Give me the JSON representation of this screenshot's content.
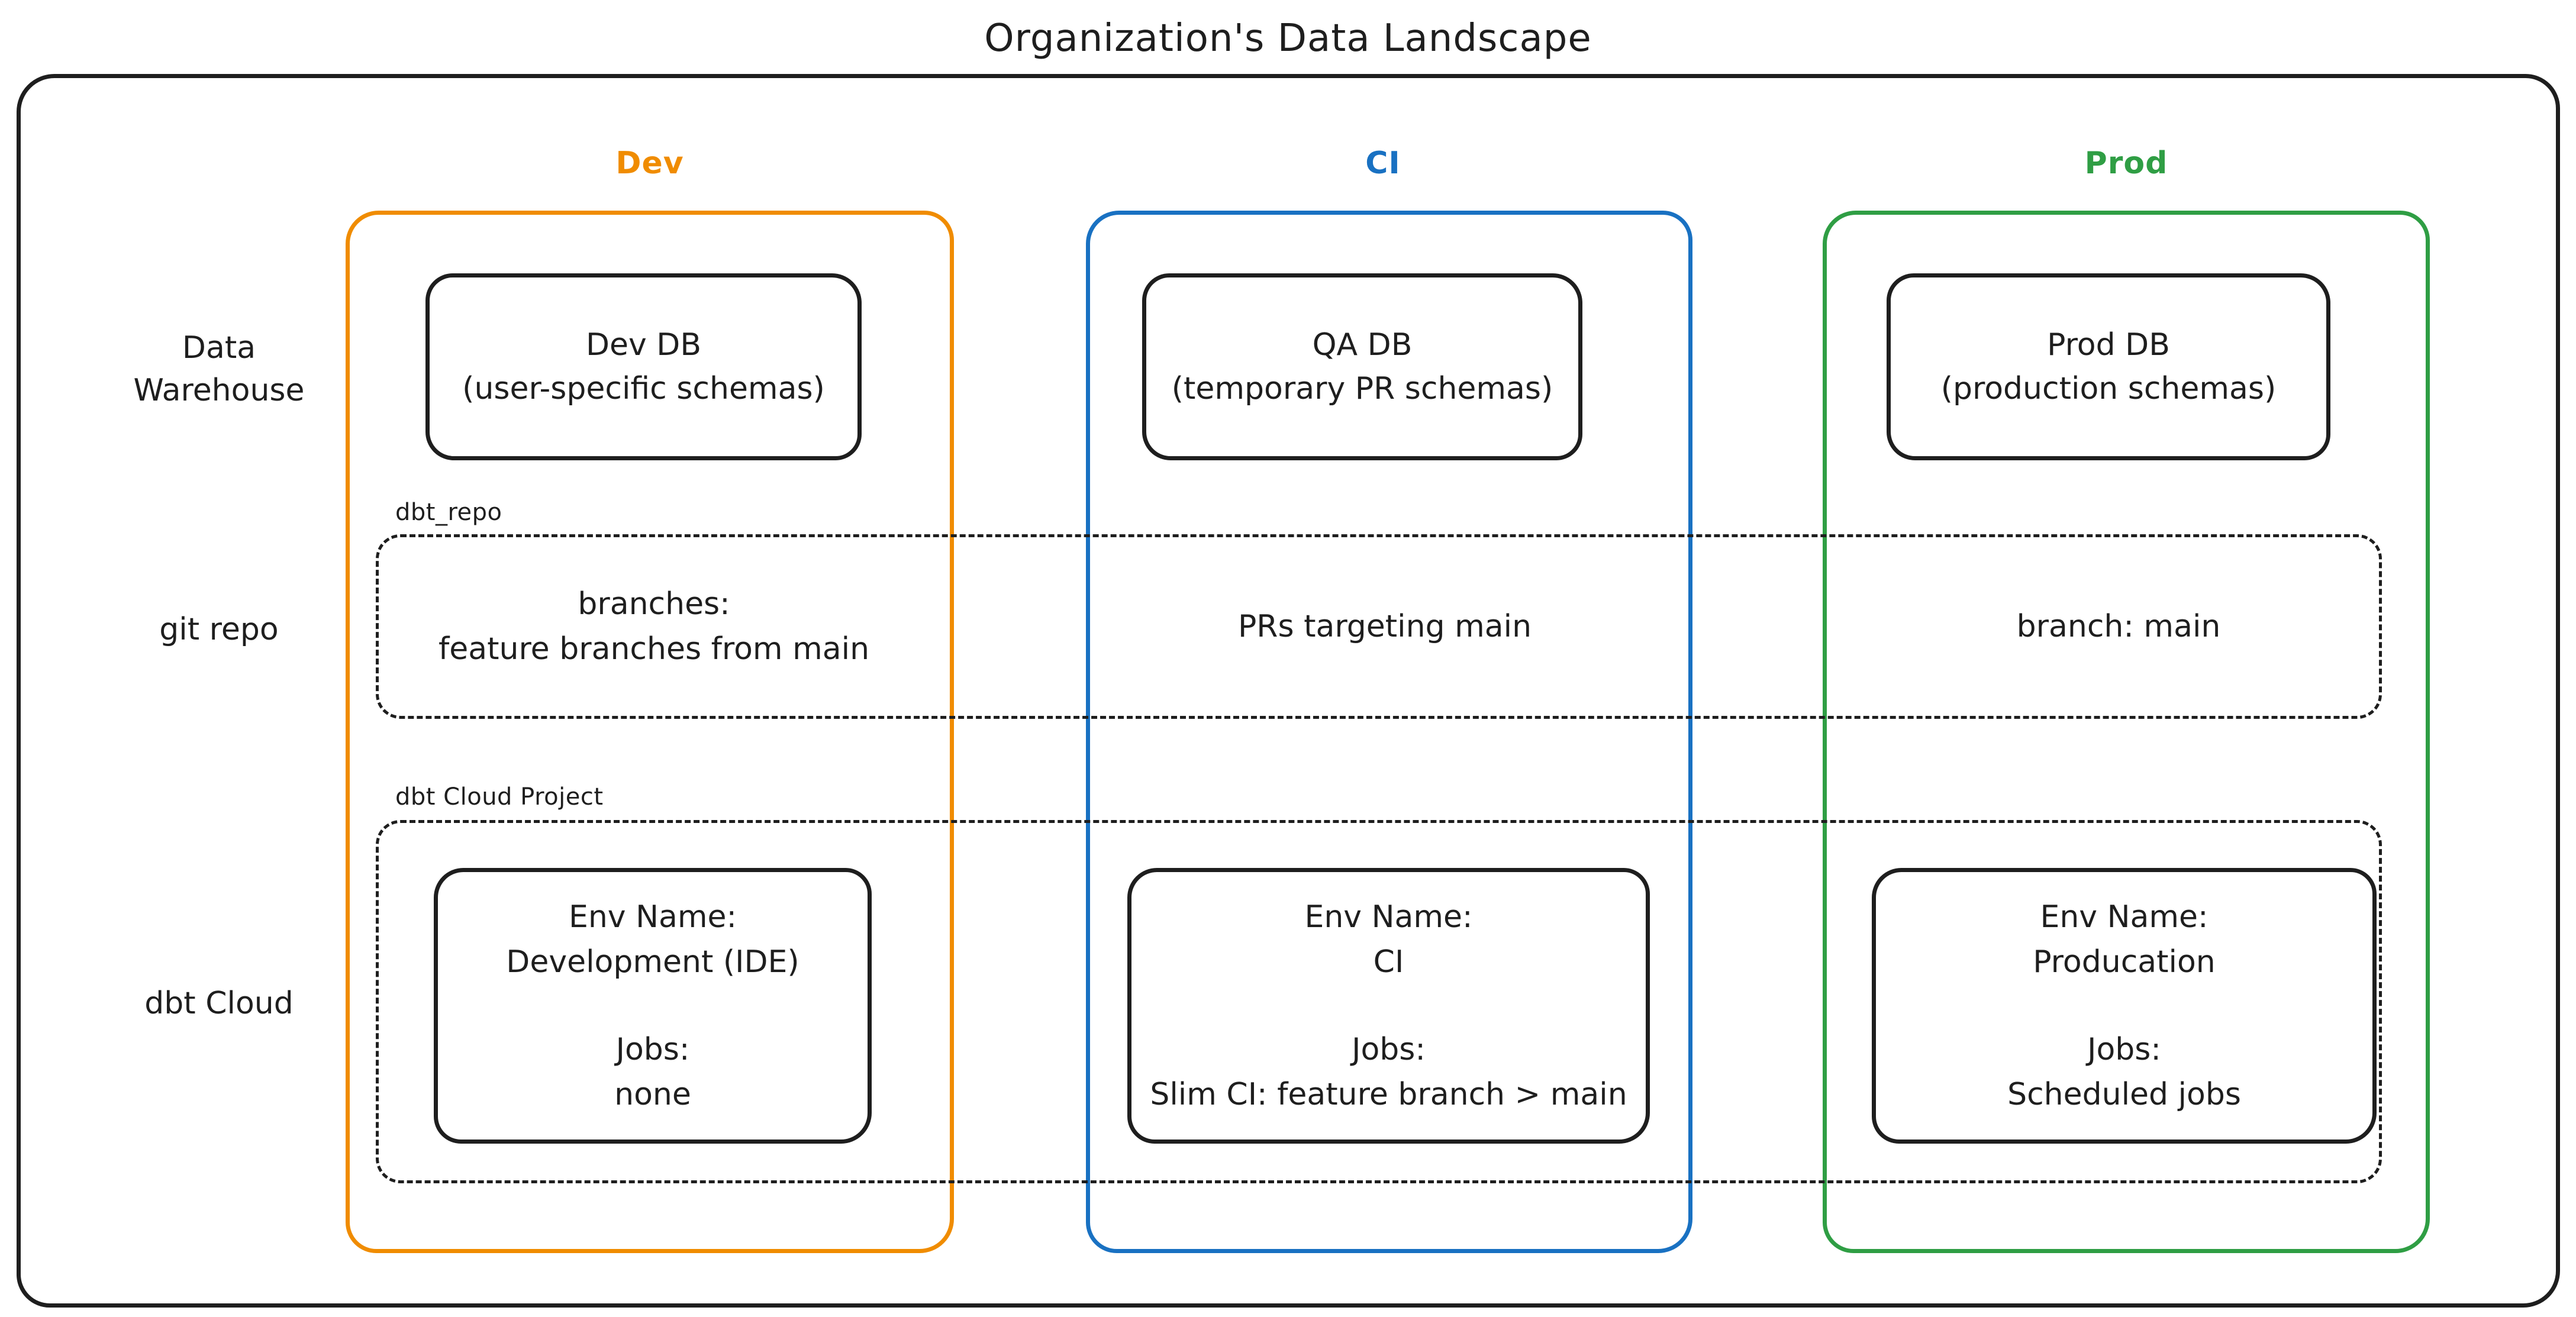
{
  "title": "Organization's Data Landscape",
  "colors": {
    "dev_accent": "#f08c00",
    "ci_accent": "#1971c2",
    "prod_accent": "#2f9e44",
    "ink": "#1e1e1e"
  },
  "columns": {
    "dev": {
      "label": "Dev"
    },
    "ci": {
      "label": "CI"
    },
    "prod": {
      "label": "Prod"
    }
  },
  "row_labels": {
    "warehouse_line1": "Data",
    "warehouse_line2": "Warehouse",
    "git": "git repo",
    "dbt": "dbt Cloud"
  },
  "warehouse": {
    "dev": {
      "title": "Dev DB",
      "subtitle": "(user-specific schemas)"
    },
    "ci": {
      "title": "QA DB",
      "subtitle": "(temporary PR schemas)"
    },
    "prod": {
      "title": "Prod DB",
      "subtitle": "(production schemas)"
    }
  },
  "git_repo": {
    "label": "dbt_repo",
    "dev_line1": "branches:",
    "dev_line2": "feature branches from main",
    "ci": "PRs targeting main",
    "prod": "branch: main"
  },
  "dbt_cloud": {
    "label": "dbt Cloud Project",
    "dev": {
      "env_label": "Env Name:",
      "env_value": "Development (IDE)",
      "jobs_label": "Jobs:",
      "jobs_value": "none"
    },
    "ci": {
      "env_label": "Env Name:",
      "env_value": "CI",
      "jobs_label": "Jobs:",
      "jobs_value": "Slim CI: feature branch > main"
    },
    "prod": {
      "env_label": "Env Name:",
      "env_value": "Producation",
      "jobs_label": "Jobs:",
      "jobs_value": "Scheduled jobs"
    }
  }
}
